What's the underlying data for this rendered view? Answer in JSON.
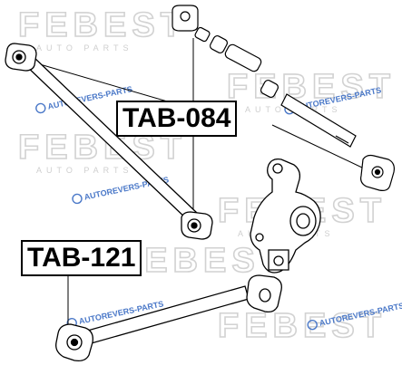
{
  "watermark": {
    "brand": "FEBEST",
    "tagline": "AUTO PARTS",
    "url": "AUTOREVERS-PARTS"
  },
  "labels": {
    "tab_084": "TAB-084",
    "tab_121": "TAB-121"
  },
  "colors": {
    "watermark_outline": "#d2d2d2",
    "url_blue": "#4a78c8",
    "line": "#000000",
    "background": "#ffffff"
  }
}
